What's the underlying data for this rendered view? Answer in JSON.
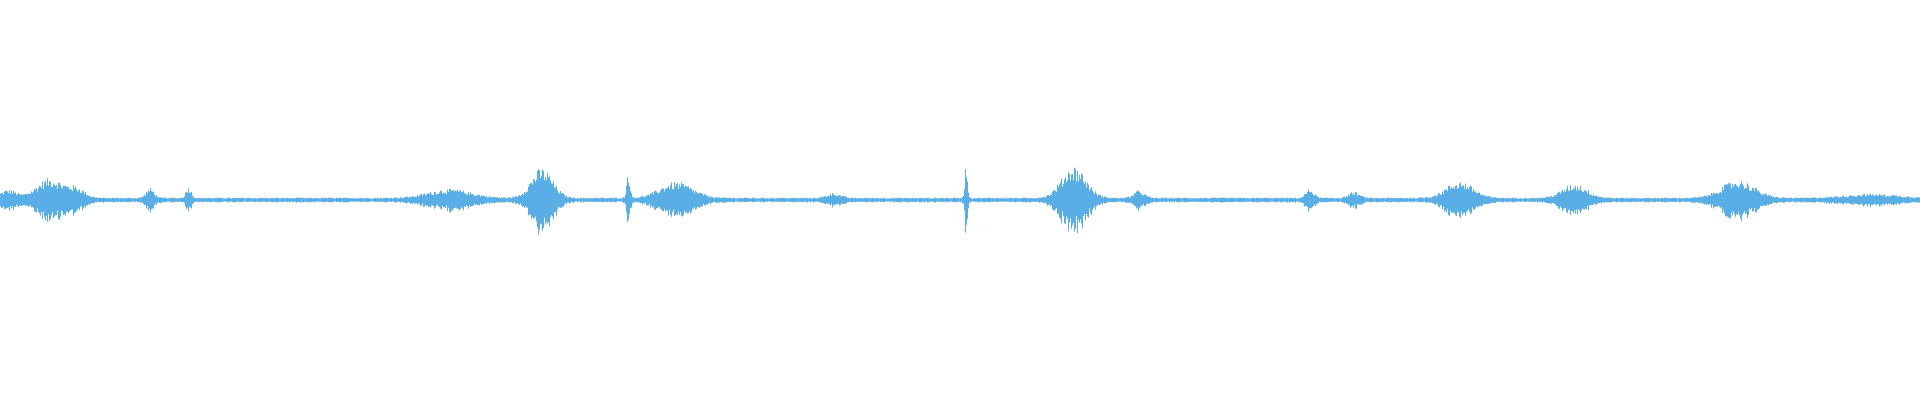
{
  "waveform": {
    "color": "#5aaee6",
    "background": "#ffffff",
    "baseline_amplitude": 0.006,
    "bursts": [
      {
        "center": 0.004,
        "width": 0.006,
        "amplitude": 0.02
      },
      {
        "center": 0.026,
        "width": 0.01,
        "amplitude": 0.05
      },
      {
        "center": 0.04,
        "width": 0.006,
        "amplitude": 0.022
      },
      {
        "center": 0.078,
        "width": 0.003,
        "amplitude": 0.024
      },
      {
        "center": 0.098,
        "width": 0.002,
        "amplitude": 0.028
      },
      {
        "center": 0.234,
        "width": 0.016,
        "amplitude": 0.022
      },
      {
        "center": 0.282,
        "width": 0.008,
        "amplitude": 0.075
      },
      {
        "center": 0.327,
        "width": 0.0012,
        "amplitude": 0.07
      },
      {
        "center": 0.352,
        "width": 0.012,
        "amplitude": 0.04
      },
      {
        "center": 0.434,
        "width": 0.005,
        "amplitude": 0.012
      },
      {
        "center": 0.503,
        "width": 0.001,
        "amplitude": 0.09
      },
      {
        "center": 0.559,
        "width": 0.009,
        "amplitude": 0.08
      },
      {
        "center": 0.593,
        "width": 0.004,
        "amplitude": 0.018
      },
      {
        "center": 0.682,
        "width": 0.003,
        "amplitude": 0.022
      },
      {
        "center": 0.705,
        "width": 0.004,
        "amplitude": 0.015
      },
      {
        "center": 0.76,
        "width": 0.01,
        "amplitude": 0.042
      },
      {
        "center": 0.82,
        "width": 0.009,
        "amplitude": 0.035
      },
      {
        "center": 0.905,
        "width": 0.012,
        "amplitude": 0.045
      },
      {
        "center": 0.975,
        "width": 0.02,
        "amplitude": 0.01
      }
    ]
  }
}
